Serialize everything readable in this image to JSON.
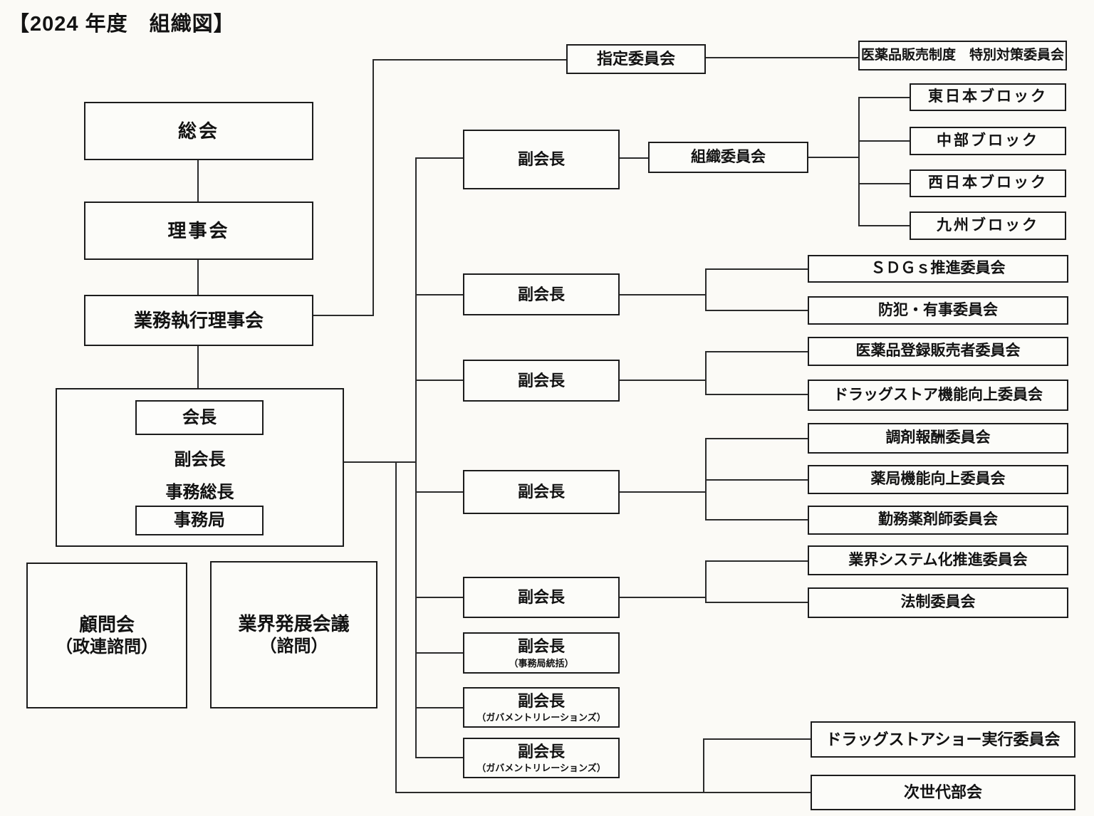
{
  "title": "【2024 年度　組織図】",
  "hierarchy": {
    "general_meeting": "総会",
    "board_of_directors": "理事会",
    "executive_board": "業務執行理事会"
  },
  "officers": {
    "president": "会長",
    "vice_president": "副会長",
    "secretary_general": "事務総長",
    "secretariat": "事務局"
  },
  "advisory": {
    "advisor_council": "顧問会",
    "advisor_council_note": "（政連諮問）",
    "industry_development_council": "業界発展会議",
    "industry_development_note": "（諮問）"
  },
  "top": {
    "designated_committee": "指定委員会",
    "special_committee": "医薬品販売制度　特別対策委員会"
  },
  "vice_chairs": [
    {
      "label": "副会長",
      "note": ""
    },
    {
      "label": "副会長",
      "note": ""
    },
    {
      "label": "副会長",
      "note": ""
    },
    {
      "label": "副会長",
      "note": ""
    },
    {
      "label": "副会長",
      "note": ""
    },
    {
      "label": "副会長",
      "note": "（事務局統括）"
    },
    {
      "label": "副会長",
      "note": "（ガバメントリレーションズ）"
    },
    {
      "label": "副会長",
      "note": "（ガバメントリレーションズ）"
    }
  ],
  "organization": {
    "committee": "組織委員会",
    "blocks": [
      "東日本ブロック",
      "中部ブロック",
      "西日本ブロック",
      "九州ブロック"
    ]
  },
  "committees": [
    "ＳＤＧｓ推進委員会",
    "防犯・有事委員会",
    "医薬品登録販売者委員会",
    "ドラッグストア機能向上委員会",
    "調剤報酬委員会",
    "薬局機能向上委員会",
    "勤務薬剤師委員会",
    "業界システム化推進委員会",
    "法制委員会"
  ],
  "bottom_committees": [
    "ドラッグストアショー実行委員会",
    "次世代部会"
  ],
  "colors": {
    "ink": "#111111",
    "line": "#2b2b2b",
    "paper": "#fbfaf6"
  }
}
